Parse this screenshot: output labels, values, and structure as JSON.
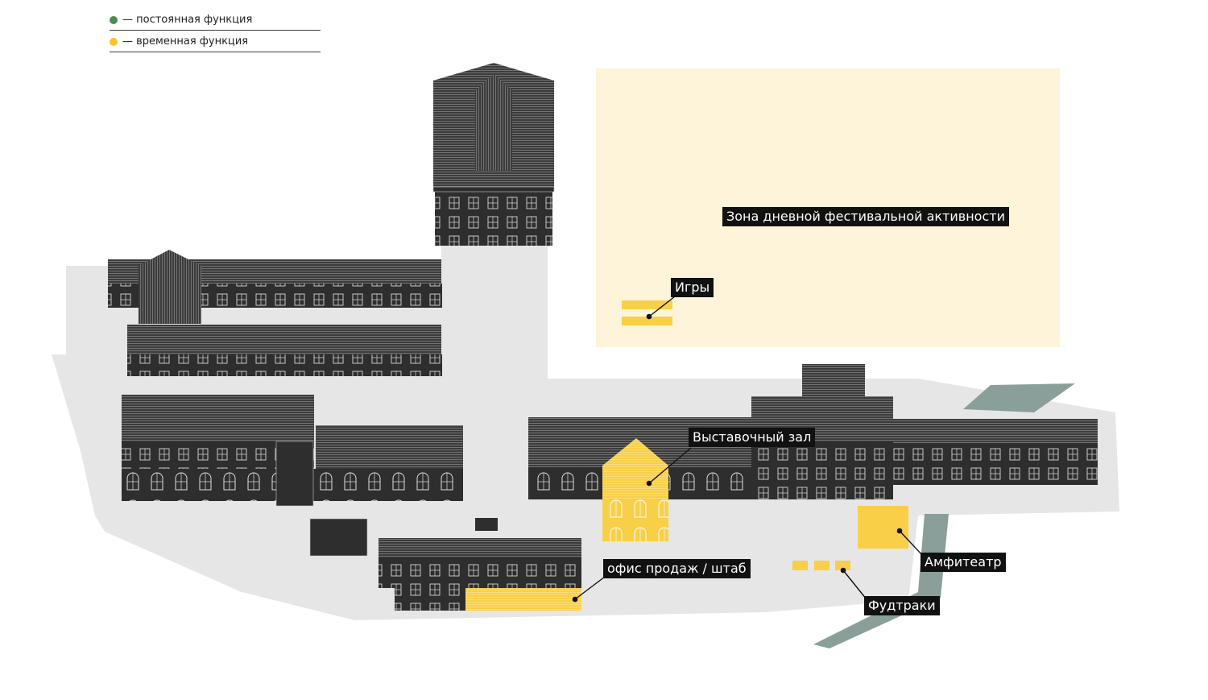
{
  "legend": [
    {
      "text": "— постоянная функция",
      "color": "#4e8a52"
    },
    {
      "text": "— временная функция",
      "color": "#f7c52d"
    }
  ],
  "colors": {
    "ground": "#e6e6e6",
    "building": "#2e2e2e",
    "roof": "#3d3d3d",
    "temporary": "#f8cf47",
    "festival_zone": "#fdf4d9",
    "river": "#8a9f9a"
  },
  "labels": {
    "festival_zone": "Зона дневной фестивальной активности",
    "games": "Игры",
    "exhibition": "Выставочный зал",
    "sales": "офис продаж / штаб",
    "amphitheatre": "Амфитеатр",
    "foodtrucks": "Фудтраки"
  }
}
